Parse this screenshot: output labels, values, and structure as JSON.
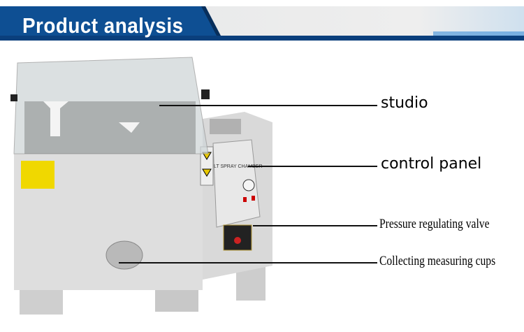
{
  "header": {
    "title": "Product analysis",
    "colors": {
      "band": "#0e4f93",
      "stripe": "#0a3a72",
      "background": "#e8e9ea"
    }
  },
  "product_photo": {
    "panel_text": "LT SPRAY CHAMBER",
    "body_color": "#dcdcdc"
  },
  "callouts": [
    {
      "label": "studio"
    },
    {
      "label": "control panel"
    },
    {
      "label": "Pressure regulating valve"
    },
    {
      "label": "Collecting measuring cups"
    }
  ]
}
